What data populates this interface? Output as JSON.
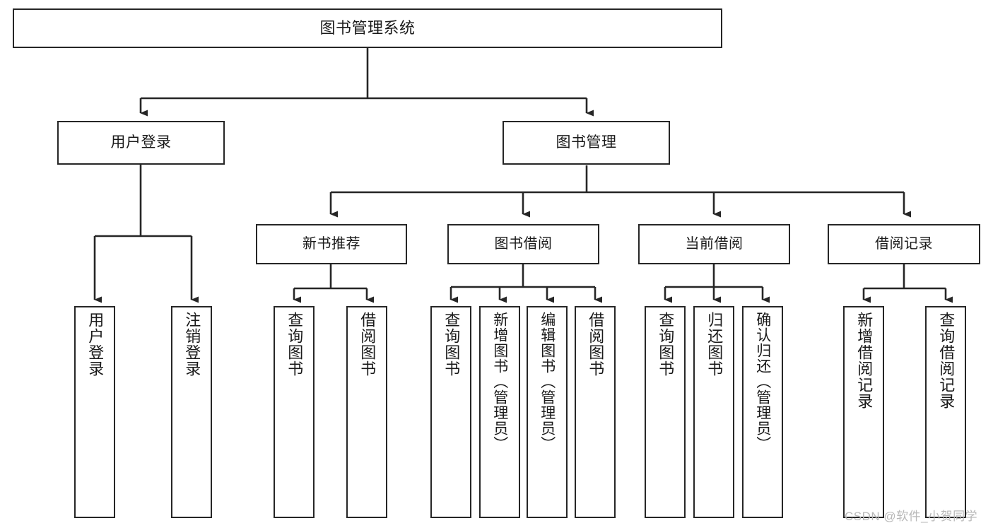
{
  "diagram": {
    "type": "tree-hierarchy-chart",
    "title": "图书管理系统",
    "orientation": "top-down",
    "colors": {
      "box_border": "#262626",
      "box_fill": "#ffffff",
      "edge": "#262626",
      "text": "#1a1a1a",
      "watermark": "#b8b8b8",
      "background": "#ffffff"
    },
    "root": {
      "label": "图书管理系统"
    },
    "level1": [
      {
        "label": "用户登录"
      },
      {
        "label": "图书管理"
      }
    ],
    "level2": [
      {
        "label": "新书推荐",
        "parent": "图书管理"
      },
      {
        "label": "图书借阅",
        "parent": "图书管理"
      },
      {
        "label": "当前借阅",
        "parent": "图书管理"
      },
      {
        "label": "借阅记录",
        "parent": "图书管理"
      }
    ],
    "leaves": {
      "用户登录": [
        {
          "label": "用户登录"
        },
        {
          "label": "注销登录"
        }
      ],
      "新书推荐": [
        {
          "label": "查询图书"
        },
        {
          "label": "借阅图书"
        }
      ],
      "图书借阅": [
        {
          "label": "查询图书"
        },
        {
          "label": "新增图书（管理员）"
        },
        {
          "label": "编辑图书（管理员）"
        },
        {
          "label": "借阅图书"
        }
      ],
      "当前借阅": [
        {
          "label": "查询图书"
        },
        {
          "label": "归还图书"
        },
        {
          "label": "确认归还（管理员）"
        }
      ],
      "借阅记录": [
        {
          "label": "新增借阅记录"
        },
        {
          "label": "查询借阅记录"
        }
      ]
    }
  },
  "watermark": {
    "text": "CSDN @软件_小贺同学"
  }
}
